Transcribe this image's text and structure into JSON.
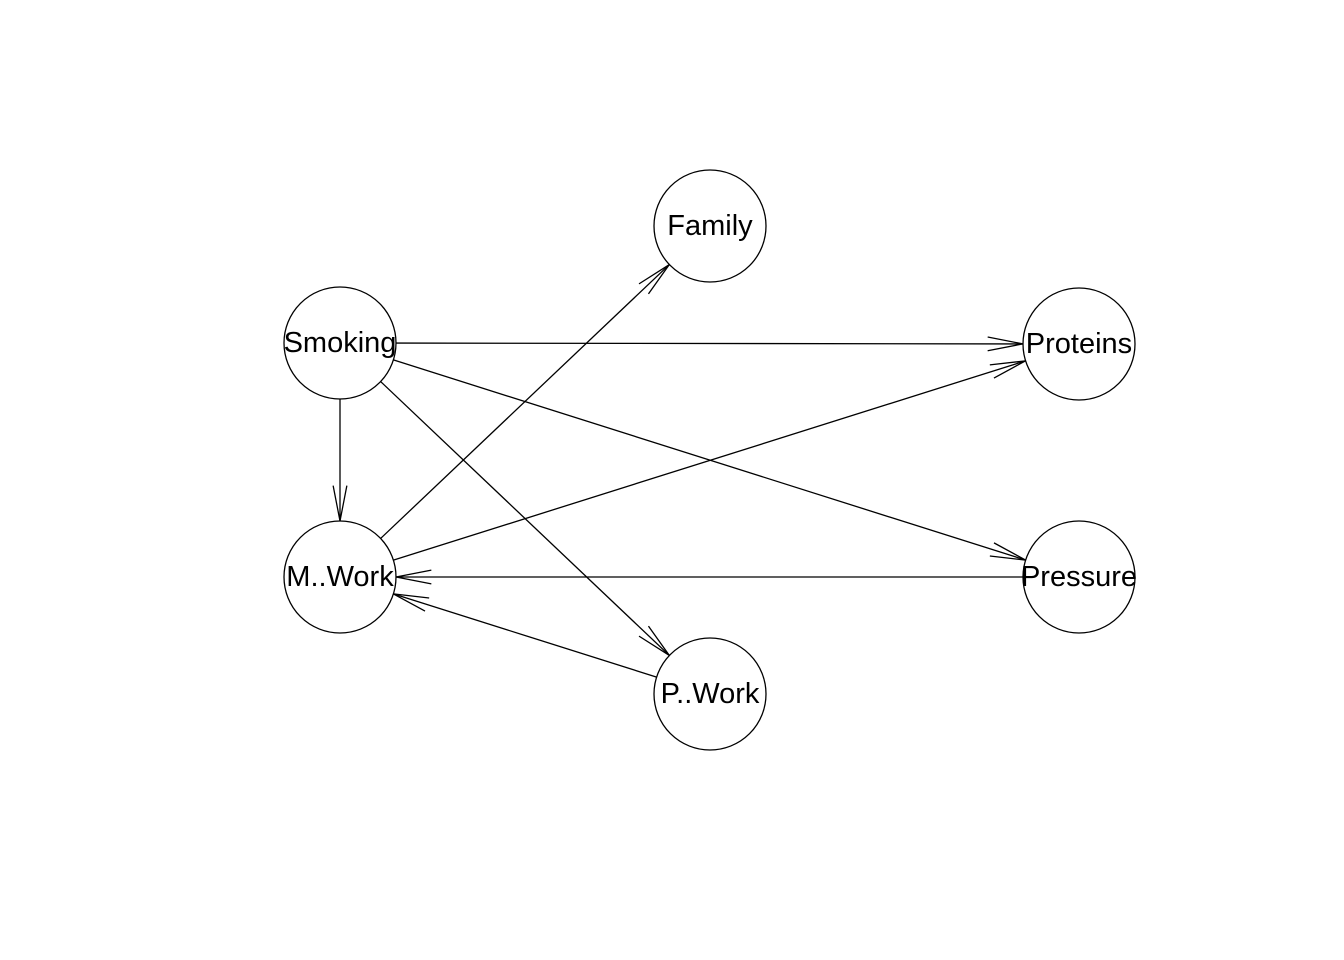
{
  "graph": {
    "nodes": [
      {
        "id": "family",
        "label": "Family"
      },
      {
        "id": "smoking",
        "label": "Smoking"
      },
      {
        "id": "proteins",
        "label": "Proteins"
      },
      {
        "id": "mwork",
        "label": "M..Work"
      },
      {
        "id": "pressure",
        "label": "Pressure"
      },
      {
        "id": "pwork",
        "label": "P..Work"
      }
    ],
    "edges": [
      {
        "from": "smoking",
        "to": "proteins"
      },
      {
        "from": "smoking",
        "to": "mwork"
      },
      {
        "from": "smoking",
        "to": "pwork"
      },
      {
        "from": "smoking",
        "to": "pressure"
      },
      {
        "from": "mwork",
        "to": "family"
      },
      {
        "from": "mwork",
        "to": "proteins"
      },
      {
        "from": "pressure",
        "to": "mwork"
      },
      {
        "from": "pwork",
        "to": "mwork"
      }
    ]
  }
}
